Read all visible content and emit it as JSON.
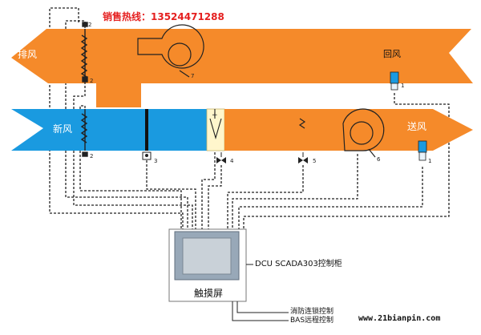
{
  "header": {
    "hotline": "销售热线：13524471288"
  },
  "ducts": {
    "exhaust_label": "排风",
    "return_label": "回风",
    "fresh_label": "新风",
    "supply_label": "送风"
  },
  "panel": {
    "touch_label": "触摸屏",
    "cabinet_label": "DCU SCADA303控制柜",
    "fire_link": "消防连锁控制",
    "bas_remote": "BAS远程控制"
  },
  "device_numbers": [
    "2",
    "2",
    "2",
    "7",
    "1",
    "3",
    "4",
    "5",
    "6",
    "1"
  ],
  "footer": {
    "website": "www.21bianpin.com"
  },
  "colors": {
    "duct_orange": "#f58a2a",
    "duct_blue": "#1a9ae0",
    "filter_yellow": "#fff6cc"
  }
}
